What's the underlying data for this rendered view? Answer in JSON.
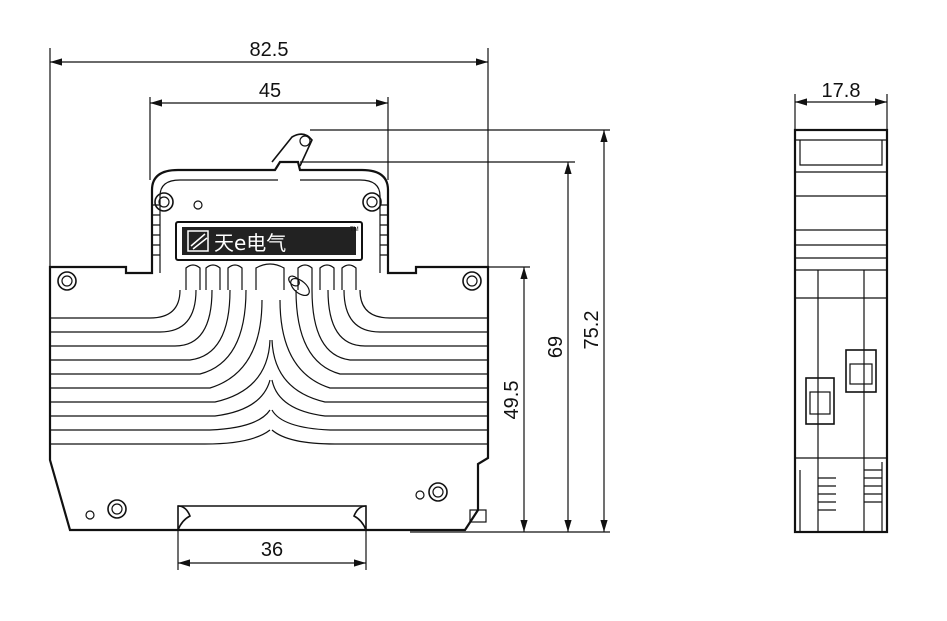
{
  "front_view": {
    "dim_width_total": "82.5",
    "dim_width_top": "45",
    "dim_width_bottom": "36",
    "dim_height_body": "49.5",
    "dim_height_top": "69",
    "dim_height_total": "75.2"
  },
  "side_view": {
    "dim_width": "17.8"
  },
  "logo": {
    "text": "天e电气",
    "trademark": "TM"
  },
  "colors": {
    "line": "#111111",
    "background": "#ffffff"
  }
}
